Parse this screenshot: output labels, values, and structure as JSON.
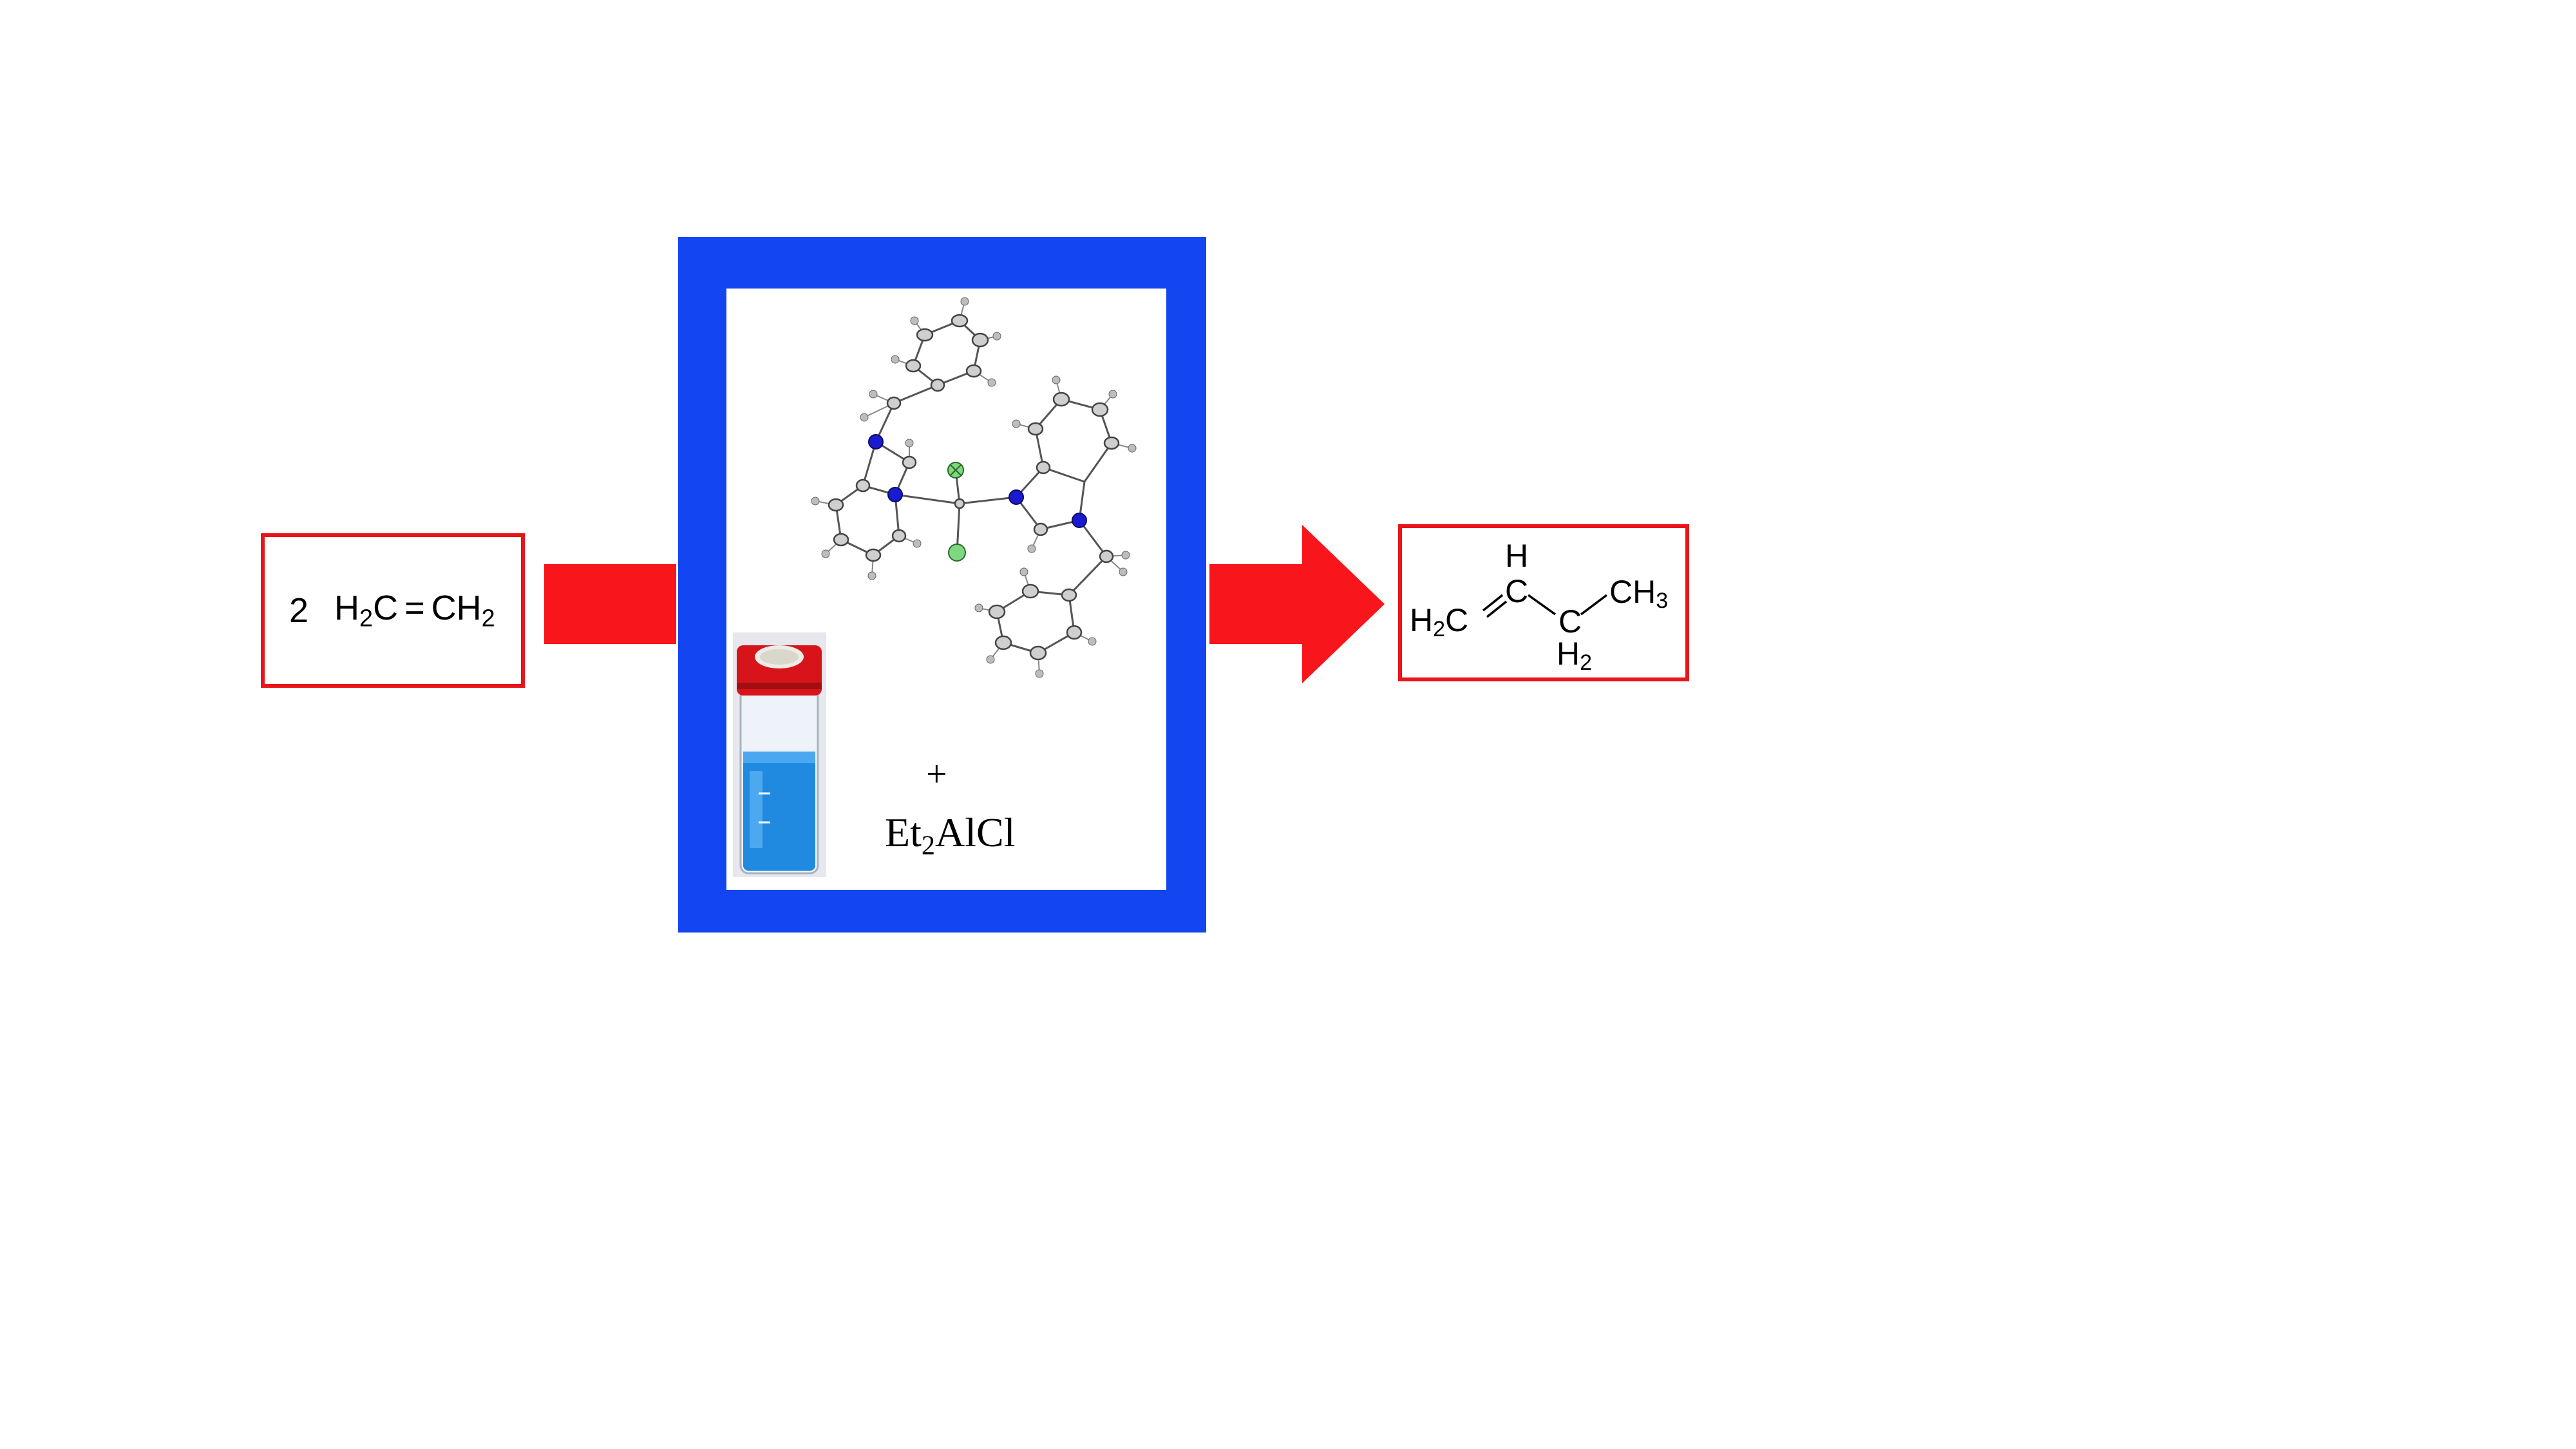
{
  "reactant": {
    "coefficient": "2",
    "left_group": "H",
    "left_sub": "2",
    "left_atom": "C",
    "bond": "=",
    "right_atom": "CH",
    "right_sub": "2"
  },
  "catalyst": {
    "plus": "+",
    "cocatalyst_main": "Et",
    "cocatalyst_sub": "2",
    "cocatalyst_rest": "AlCl"
  },
  "product": {
    "h_top": "H",
    "c_top": "C",
    "ch3": "CH",
    "ch3_sub": "3",
    "h2c": "H",
    "h2c_sub": "2",
    "h2c_c": "C",
    "c_mid": "C",
    "h2_bottom": "H",
    "h2_bottom_sub": "2"
  },
  "colors": {
    "frame": "#1346f0",
    "arrow": "#f8151b",
    "box_border": "#e8151b",
    "nitrogen": "#1a1ad0",
    "chlorine": "#7fd87f",
    "solution": "#1f8ae0",
    "cap": "#d8141b"
  },
  "icons": {
    "structure": "crystal-structure-icon",
    "vial": "vial-icon"
  }
}
